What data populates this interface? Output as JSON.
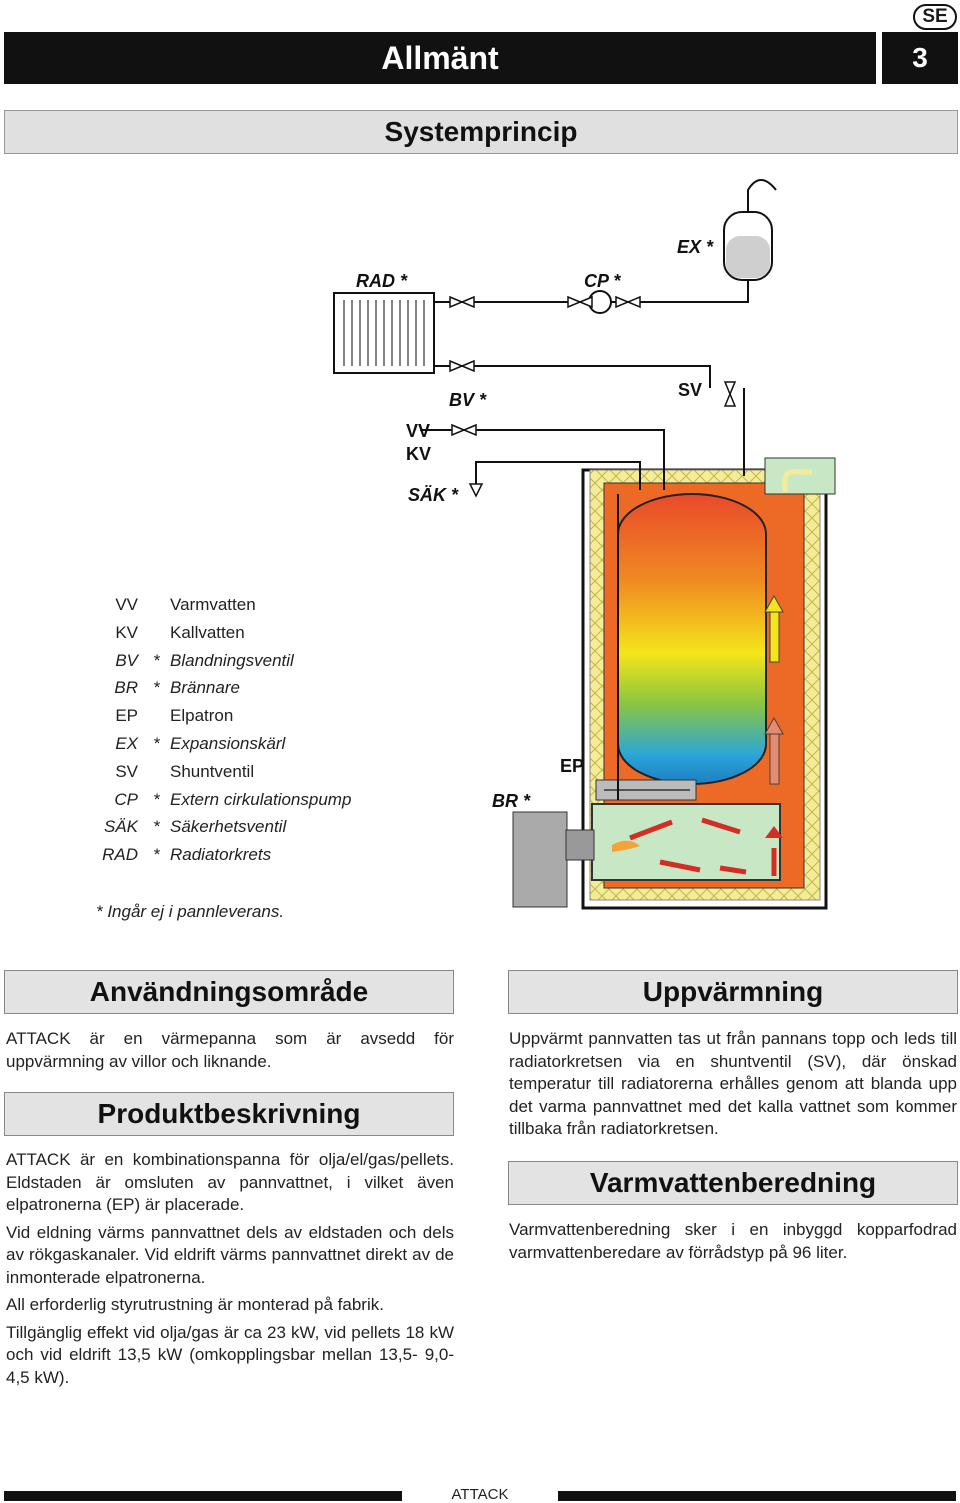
{
  "header": {
    "lang": "SE",
    "title": "Allmänt",
    "page": "3"
  },
  "system": {
    "title": "Systemprincip",
    "labels": {
      "rad": "RAD *",
      "cp": "CP *",
      "ex": "EX *",
      "bv": "BV *",
      "sv": "SV",
      "vv": "VV",
      "kv": "KV",
      "sak": "SÄK *",
      "br": "BR *",
      "ep": "EP"
    }
  },
  "legend": [
    {
      "abbr": "VV",
      "star": "",
      "desc": "Varmvatten",
      "italic": false
    },
    {
      "abbr": "KV",
      "star": "",
      "desc": "Kallvatten",
      "italic": false
    },
    {
      "abbr": "BV",
      "star": "*",
      "desc": "Blandningsventil",
      "italic": true
    },
    {
      "abbr": "BR",
      "star": "*",
      "desc": "Brännare",
      "italic": true
    },
    {
      "abbr": "EP",
      "star": "",
      "desc": "Elpatron",
      "italic": false
    },
    {
      "abbr": "EX",
      "star": "*",
      "desc": "Expansionskärl",
      "italic": true
    },
    {
      "abbr": "SV",
      "star": "",
      "desc": "Shuntventil",
      "italic": false
    },
    {
      "abbr": "CP",
      "star": "*",
      "desc": "Extern cirkulationspump",
      "italic": true
    },
    {
      "abbr": "SÄK",
      "star": "*",
      "desc": "Säkerhetsventil",
      "italic": true
    },
    {
      "abbr": "RAD",
      "star": "*",
      "desc": "Radiatorkrets",
      "italic": true
    }
  ],
  "note": "* Ingår ej i pannleverans.",
  "sections": {
    "anv": {
      "heading": "Användningsområde",
      "paras": [
        "ATTACK är en värmepanna som är avsedd för uppvärmning av villor och liknande."
      ]
    },
    "prod": {
      "heading": "Produktbeskrivning",
      "paras": [
        "ATTACK är en kombinationspanna för olja/el/gas/pellets. Eldstaden är omsluten av pannvattnet, i vilket även elpatronerna (EP) är placerade.",
        "Vid eldning värms pannvattnet dels av eldstaden och dels av rökgaskanaler. Vid eldrift värms pannvattnet direkt av de inmonterade elpatronerna.",
        "All erforderlig styrutrustning är monterad på fabrik.",
        "Tillgänglig effekt vid olja/gas är ca 23 kW, vid pellets 18 kW och vid eldrift 13,5 kW (omkopplingsbar mellan 13,5- 9,0- 4,5 kW)."
      ]
    },
    "upp": {
      "heading": "Uppvärmning",
      "paras": [
        "Uppvärmt pannvatten tas ut från pannans topp och leds till radiatorkretsen via en shuntventil (SV), där önskad temperatur till radiatorerna erhålles genom att blanda upp det varma pannvattnet med det kalla vattnet som kommer tillbaka från radiatorkretsen."
      ]
    },
    "varm": {
      "heading": "Varmvattenberedning",
      "paras": [
        "Varmvattenberedning sker i en inbyggd kopparfodrad varmvattenberedare av förrådstyp på 96 liter."
      ]
    }
  },
  "footer": {
    "text": "ATTACK"
  }
}
